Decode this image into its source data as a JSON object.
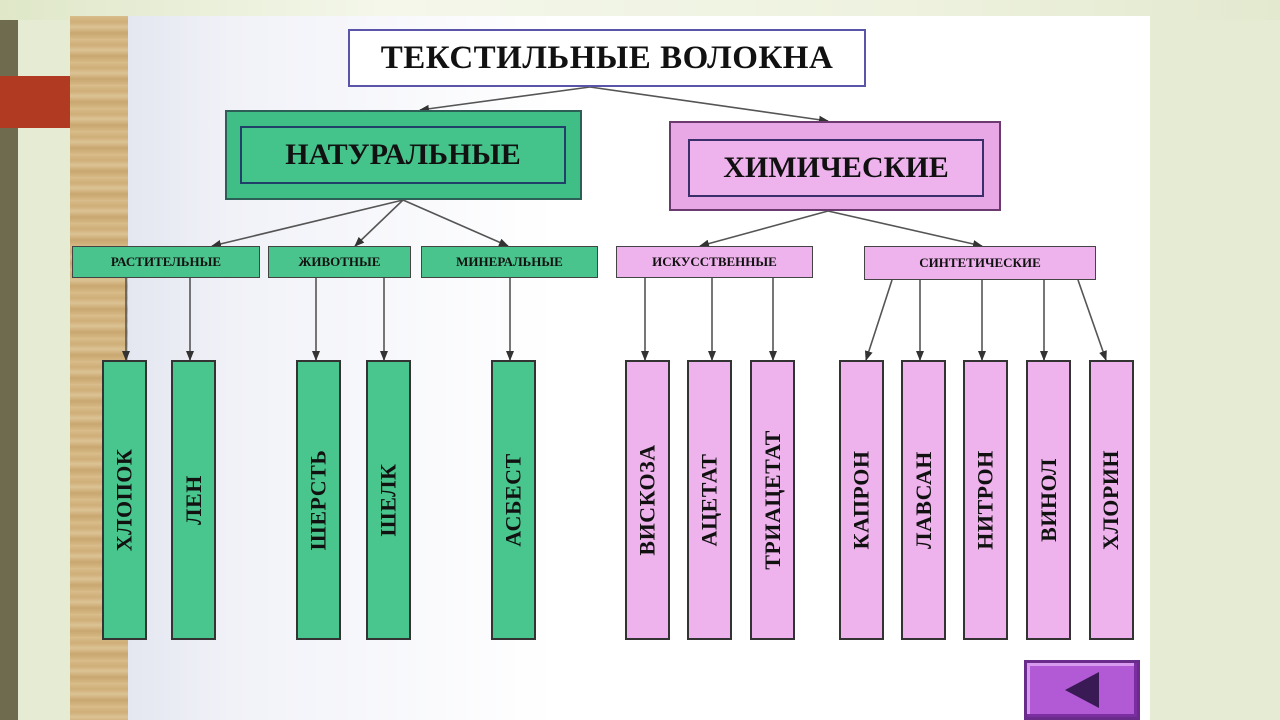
{
  "diagram": {
    "root": "ТЕКСТИЛЬНЫЕ ВОЛОКНА",
    "natural": {
      "label": "НАТУРАЛЬНЫЕ",
      "groups": [
        {
          "label": "РАСТИТЕЛЬНЫЕ",
          "items": [
            "ХЛОПОК",
            "ЛЕН"
          ]
        },
        {
          "label": "ЖИВОТНЫЕ",
          "items": [
            "ШЕРСТЬ",
            "ШЕЛК"
          ]
        },
        {
          "label": "МИНЕРАЛЬНЫЕ",
          "items": [
            "АСБЕСТ"
          ]
        }
      ]
    },
    "chemical": {
      "label": "ХИМИЧЕСКИЕ",
      "groups": [
        {
          "label": "ИСКУССТВЕННЫЕ",
          "items": [
            "ВИСКОЗА",
            "АЦЕТАТ",
            "ТРИАЦЕТАТ"
          ]
        },
        {
          "label": "СИНТЕТИЧЕСКИЕ",
          "items": [
            "КАПРОН",
            "ЛАВСАН",
            "НИТРОН",
            "ВИНОЛ",
            "ХЛОРИН"
          ]
        }
      ]
    }
  },
  "colors": {
    "natural": "#48c48c",
    "chemical": "#eeb2ec",
    "accent": "#b03a22",
    "button": "#b25ad6"
  },
  "icons": {
    "back_button": "back-arrow-icon"
  }
}
